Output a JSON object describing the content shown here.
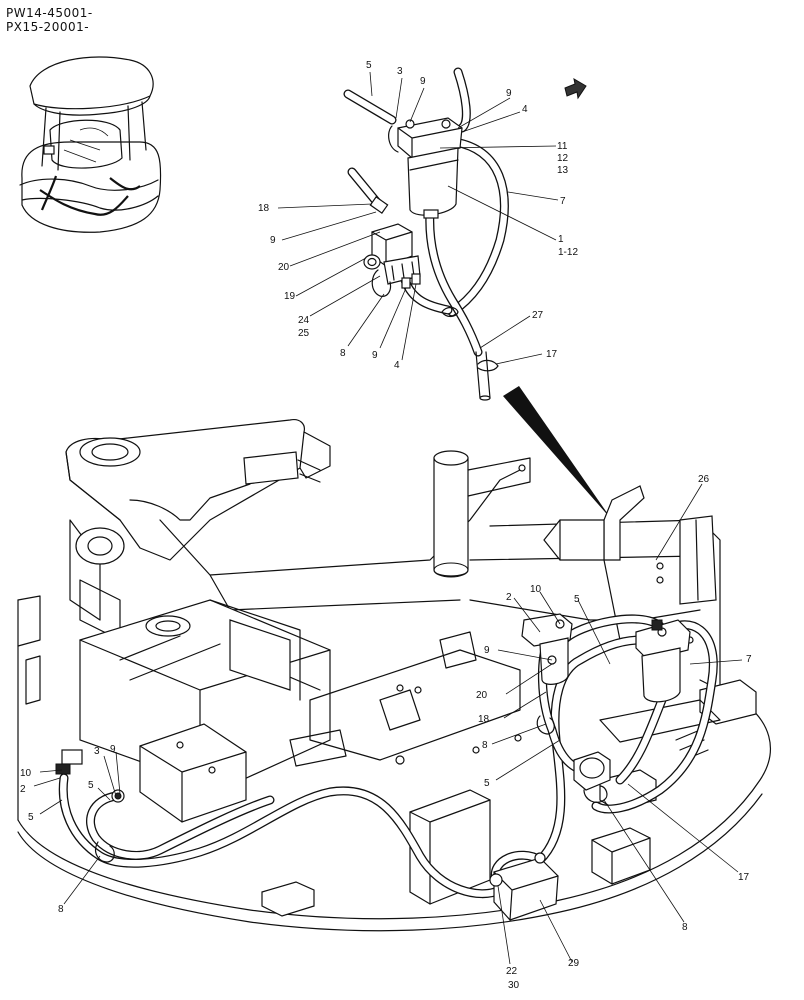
{
  "serials": [
    "PW14-45001-",
    "PX15-20001-"
  ],
  "callouts": {
    "c5_top": "5",
    "c3_top": "3",
    "c9_top_a": "9",
    "c9_top_b": "9",
    "c4_top": "4",
    "c11": "11",
    "c12": "12",
    "c13": "13",
    "c7_top": "7",
    "c1": "1",
    "c1_12": "1-12",
    "c18_top": "18",
    "c9_mid": "9",
    "c20_top": "20",
    "c19": "19",
    "c24": "24",
    "c25": "25",
    "c8_top": "8",
    "c9_low": "9",
    "c4_low": "4",
    "c27": "27",
    "c17_top": "17",
    "c26": "26",
    "c10_mid": "10",
    "c2_mid": "2",
    "c5_mid": "5",
    "c7_right": "7",
    "c9_right": "9",
    "c20_right": "20",
    "c18_right": "18",
    "c8_right": "8",
    "c5_right": "5",
    "c3_left": "3",
    "c9_left": "9",
    "c10_left": "10",
    "c2_left": "2",
    "c5_left_a": "5",
    "c5_left_b": "5",
    "c8_left": "8",
    "c17_right": "17",
    "c8_bottom": "8",
    "c22": "22",
    "c30": "30",
    "c29": "29"
  },
  "icons": [
    "machine-thumbnail",
    "direction-arrow-icon",
    "fuel-filter",
    "fuel-pump",
    "fuel-tank",
    "fuel-hose"
  ]
}
